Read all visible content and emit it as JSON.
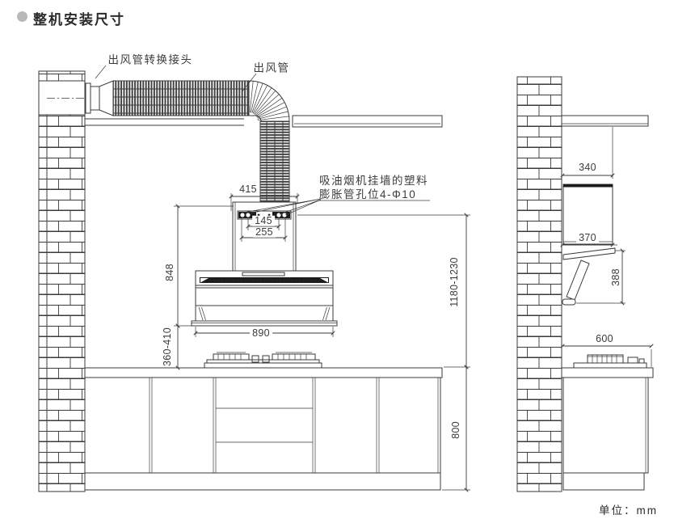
{
  "colors": {
    "line": "#3b3b3b",
    "bullet": "#b9b9b9",
    "dark_fill": "#1c1c1c"
  },
  "header": {
    "title": "整机安装尺寸"
  },
  "footer": {
    "unit_label": "单位：mm"
  },
  "front_view": {
    "duct_adapter_label": "出风管转换接头",
    "duct_label": "出风管",
    "mounting_note_line1": "吸油烟机挂墙的塑料",
    "mounting_note_line2": "膨胀管孔位4-Φ10",
    "dim_chimney_width": "415",
    "dim_hole_pitch_inner": "145",
    "dim_hole_pitch_outer": "255",
    "dim_hood_height": "848",
    "dim_hood_to_cooktop": "360-410",
    "dim_hood_width": "890",
    "dim_holes_to_counter": "1180-1230",
    "dim_counter_height": "800"
  },
  "side_view": {
    "dim_chimney_depth": "340",
    "dim_hood_top_depth": "370",
    "dim_panel_height": "388",
    "dim_counter_depth": "600"
  }
}
